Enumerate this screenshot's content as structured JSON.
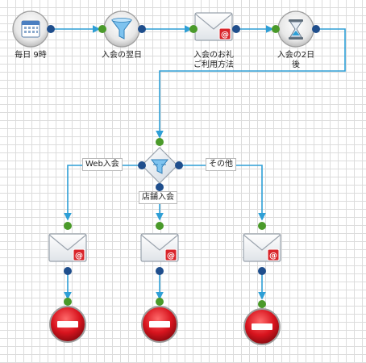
{
  "nodes": {
    "daily9": {
      "label": "毎日 9時",
      "icon": "calendar-icon"
    },
    "filter": {
      "label": "入会の翌日",
      "icon": "funnel-filter-icon"
    },
    "mail1": {
      "label": "入会のお礼\nご利用方法",
      "icon": "email-icon"
    },
    "wait": {
      "label": "入会の2日\n後",
      "icon": "hourglass-icon"
    },
    "branch": {
      "icon": "branch-filter-icon"
    },
    "mail_web": {
      "icon": "email-icon"
    },
    "mail_store": {
      "icon": "email-icon"
    },
    "mail_other": {
      "icon": "email-icon"
    },
    "end1": {
      "icon": "stop-icon"
    },
    "end2": {
      "icon": "stop-icon"
    },
    "end3": {
      "icon": "stop-icon"
    }
  },
  "branches": {
    "web": "Web入会",
    "store": "店舗入会",
    "other": "その他"
  },
  "colors": {
    "connector": "#2e9fd6",
    "port_in": "#4a9a2a",
    "port_out": "#1f4e8c",
    "stop": "#c8141e"
  }
}
